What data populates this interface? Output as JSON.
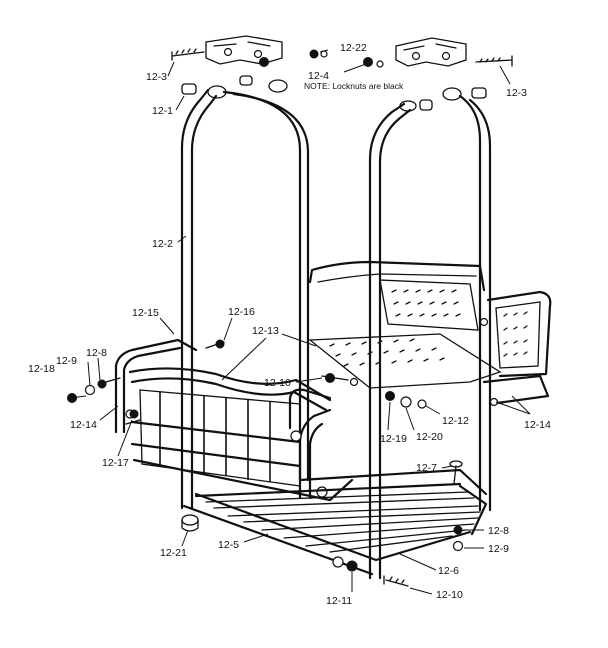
{
  "note": "NOTE: Locknuts are black",
  "part_labels": {
    "p12_22": "12-22",
    "p12_3_left": "12-3",
    "p12_3_right": "12-3",
    "p12_4": "12-4",
    "p12_1": "12-1",
    "p12_2": "12-2",
    "p12_15": "12-15",
    "p12_16": "12-16",
    "p12_13": "12-13",
    "p12_18": "12-18",
    "p12_9_left": "12-9",
    "p12_8_left": "12-8",
    "p12_14_left": "12-14",
    "p12_14_right": "12-14",
    "p12_10_upper": "12-10",
    "p12_10_lower": "12-10",
    "p12_12": "12-12",
    "p12_19": "12-19",
    "p12_20": "12-20",
    "p12_17": "12-17",
    "p12_7": "12-7",
    "p12_8_right": "12-8",
    "p12_9_right": "12-9",
    "p12_21": "12-21",
    "p12_5": "12-5",
    "p12_6": "12-6",
    "p12_11": "12-11"
  }
}
